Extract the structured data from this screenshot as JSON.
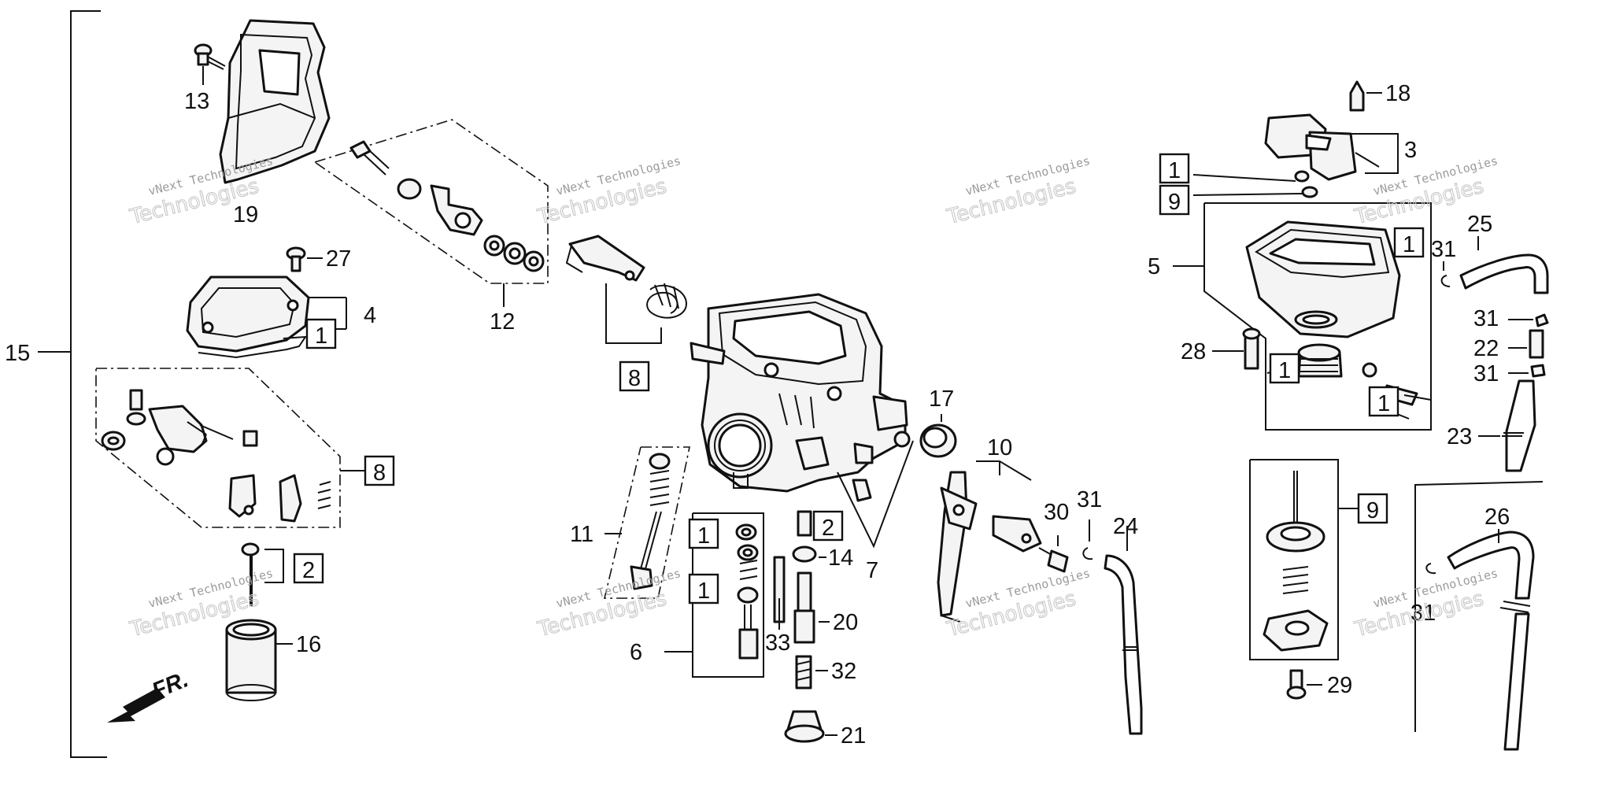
{
  "diagram": {
    "labels": {
      "l15": "15",
      "l13": "13",
      "l19": "19",
      "l27": "27",
      "l4": "4",
      "l12": "12",
      "l8a": "8",
      "l8b": "8",
      "l2a": "2",
      "l16": "16",
      "l11": "11",
      "l6": "6",
      "l2b": "2",
      "l14": "14",
      "l7": "7",
      "l20": "20",
      "l33": "33",
      "l32": "32",
      "l21": "21",
      "l17": "17",
      "l10": "10",
      "l30": "30",
      "l31a": "31",
      "l24": "24",
      "l18": "18",
      "l3": "3",
      "l1a": "1",
      "l9a": "9",
      "l1b": "1",
      "l5": "5",
      "l25": "25",
      "l31b": "31",
      "l31c": "31",
      "l22": "22",
      "l31d": "31",
      "l28": "28",
      "l1c": "1",
      "l1d": "1",
      "l23": "23",
      "l9b": "9",
      "l26": "26",
      "l29": "29",
      "l1e": "1",
      "l1f": "1",
      "l1g": "1",
      "l31e": "31"
    },
    "front_marker": "FR.",
    "watermark": {
      "line1": "vNext Technologies",
      "line2": "Technologies"
    }
  }
}
